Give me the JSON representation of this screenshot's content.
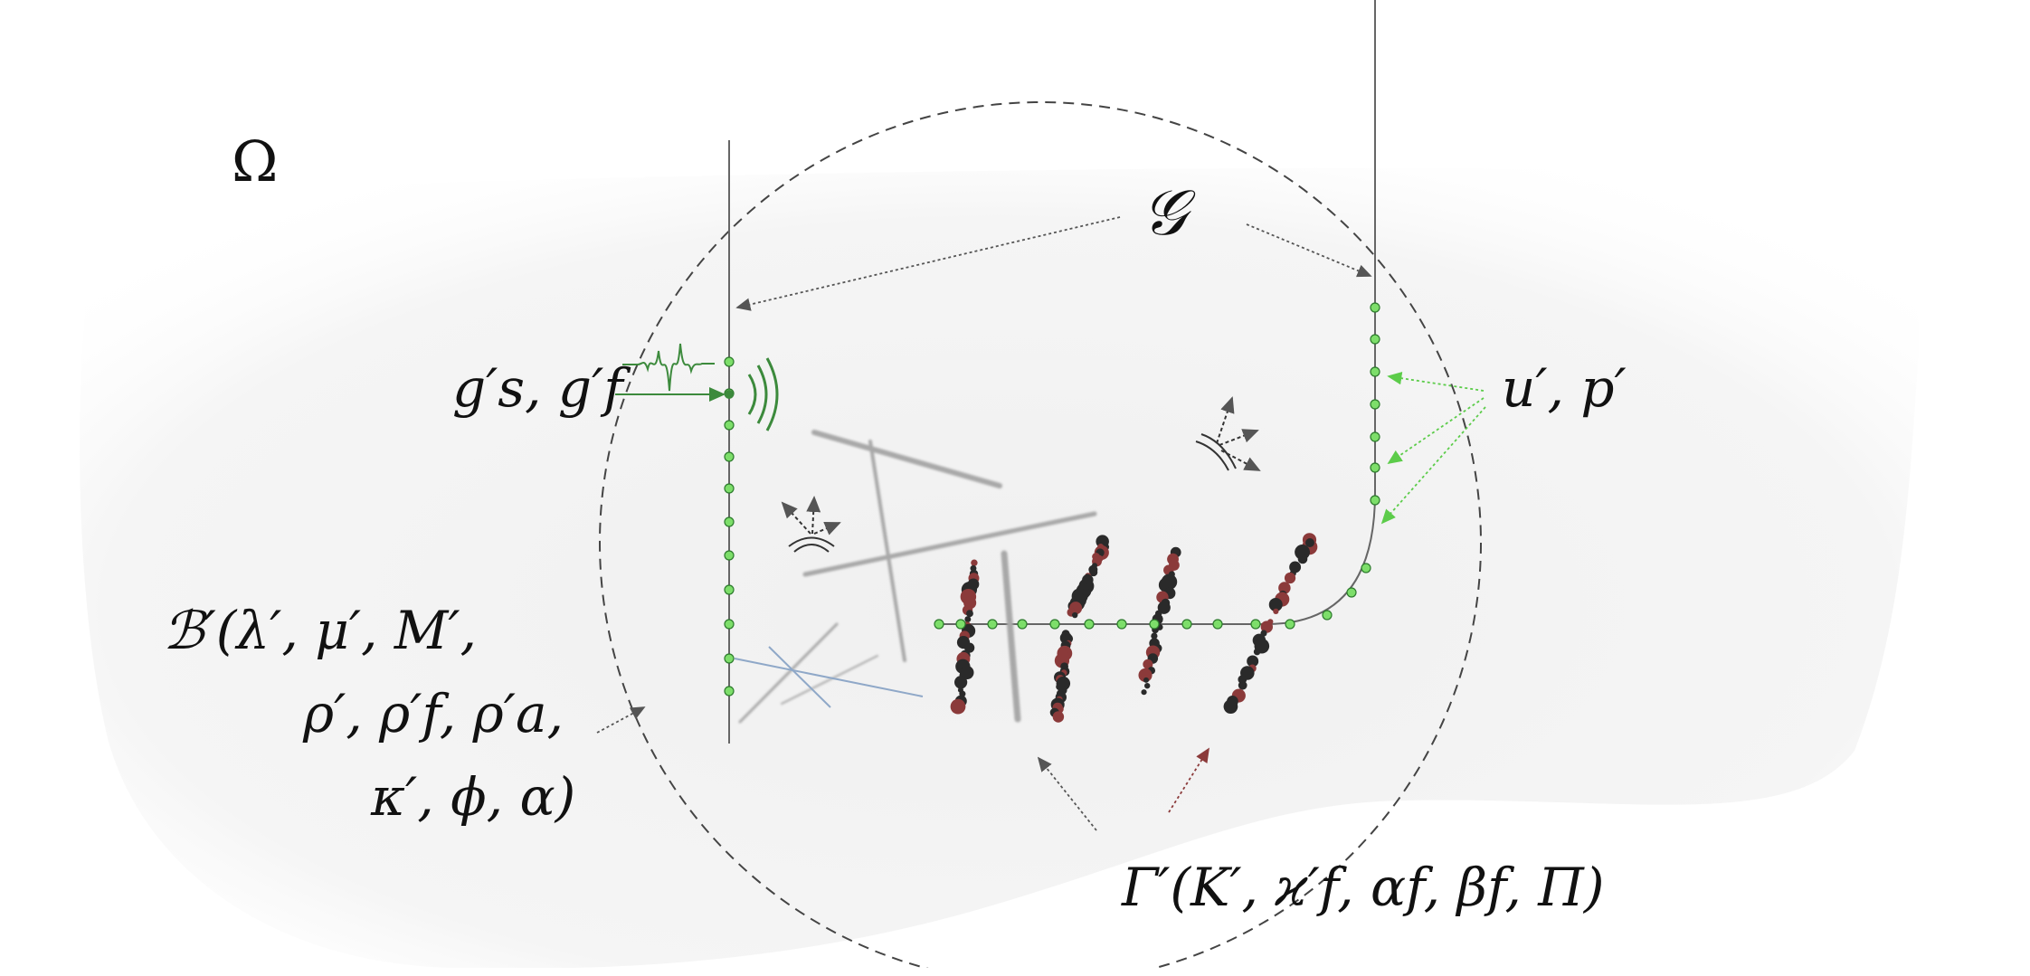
{
  "diagram": {
    "domain_label": "Ω",
    "geophone_label": "𝒢",
    "source_label": "g′s, g′f",
    "receiver_label": "u′, p′",
    "background_label_line1": "ℬ′(λ′, μ′, M′,",
    "background_label_line2": "ρ′, ρ′f, ρ′a,",
    "background_label_line3": "κ′, ϕ, α)",
    "fracture_label": "Γ′(K′, ϰ′f, αf, βf, Π)"
  },
  "colors": {
    "receiver_green": "#7dde6a",
    "source_green": "#3c8a3c",
    "arrow_gray": "#555555",
    "fracture_red": "#8b3a3a",
    "fault_gray": "#aaaaaa",
    "fault_blue": "#8fa8c8"
  },
  "icons": {
    "source_wavelet": "wavelet-icon",
    "emission_waves": "wave-emission-icon",
    "scatter": "scatter-icon"
  }
}
